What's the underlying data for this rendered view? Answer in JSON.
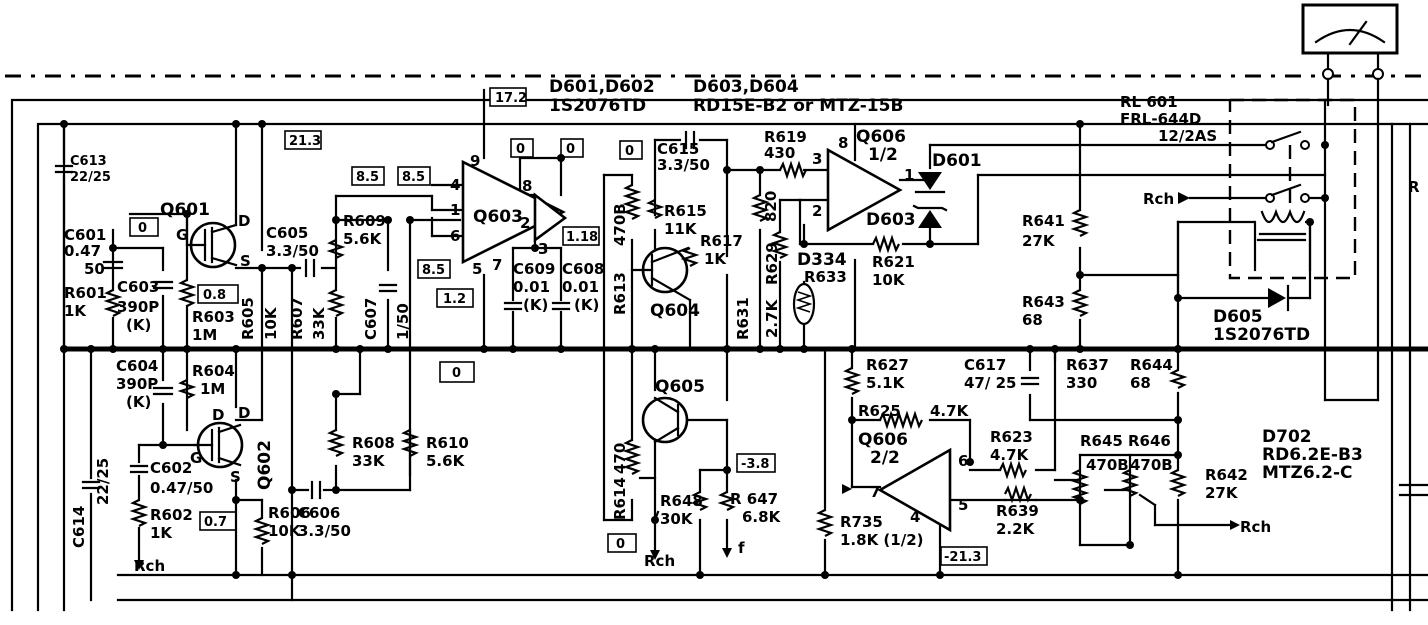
{
  "header": {
    "d601_d602": "D601,D602",
    "d601_d602_part": "1S2076TD",
    "d603_d604": "D603,D604",
    "d603_d604_part": "RD15E-B2 or MTZ-15B"
  },
  "relay": {
    "ref": "RL 601",
    "part": "FRL-644D",
    "rating": "12/2AS"
  },
  "voltage_boxes": [
    "17.2",
    "21.3",
    "0",
    "0",
    "0",
    "8.5",
    "8.5",
    "8.5",
    "0",
    "1.18",
    "1.2",
    "0",
    "0.8",
    "0.7",
    "0",
    "-3.8",
    "-21.3"
  ],
  "transistors": {
    "q601": "Q601",
    "q602": "Q602",
    "q603": "Q603",
    "q604": "Q604",
    "q605": "Q605",
    "q606a_ref": "Q606",
    "q606a_unit": "1/2",
    "q606b_ref": "Q606",
    "q606b_unit": "2/2",
    "g": "G",
    "d": "D",
    "s": "S"
  },
  "pins": [
    "9",
    "4",
    "1",
    "6",
    "7",
    "5",
    "8",
    "2",
    "3",
    "3",
    "8",
    "2",
    "1",
    "6",
    "7",
    "4",
    "5"
  ],
  "capacitors": {
    "c613": "C613",
    "c613_v": "22/25",
    "c601": "C601",
    "c601_v1": "0.47",
    "c601_v2": "50",
    "c603": "C603",
    "c603_v": "390P",
    "c603_t": "(K)",
    "c605": "C605",
    "c605_v": "3.3/50",
    "c607": "C607",
    "c607_v": "1/50",
    "c609": "C609",
    "c609_v": "0.01",
    "c609_t": "(K)",
    "c608": "C608",
    "c608_v": "0.01",
    "c608_t": "(K)",
    "c615": "C615",
    "c615_v": "3.3/50",
    "c604": "C604",
    "c604_v": "390P",
    "c604_t": "(K)",
    "c602": "C602",
    "c602_v": "0.47/50",
    "c606": "C606",
    "c606_v": "3.3/50",
    "c614": "C614",
    "c614_v": "22/25",
    "c617": "C617",
    "c617_v": "47/ 25"
  },
  "resistors": {
    "r601": "R601",
    "r601_v": "1K",
    "r603": "R603",
    "r603_v": "1M",
    "r605": "R605",
    "r605_v": "10K",
    "r607": "R607",
    "r607_v": "33K",
    "r609": "R609",
    "r609_v": "5.6K",
    "r604": "R604",
    "r604_v": "1M",
    "r602": "R602",
    "r602_v": "1K",
    "r606": "R606",
    "r606_v": "10K",
    "r608": "R608",
    "r608_v": "33K",
    "r610": "R610",
    "r610_v": "5.6K",
    "r613": "R613",
    "r613_v": "470B",
    "r614": "R614",
    "r614_v": "470",
    "r615": "R615",
    "r615_v": "11K",
    "r617": "R617",
    "r617_v": "1K",
    "r619": "R619",
    "r619_v": "430",
    "r631": "R631",
    "r629": "R629",
    "r629_v": "2.7K",
    "r820": "820",
    "r633": "R633",
    "r621": "R621",
    "r621_v": "10K",
    "r648": "R648",
    "r648_v": "30K",
    "r647": "R 647",
    "r647_v": "6.8K",
    "r641": "R641",
    "r641_v": "27K",
    "r643": "R643",
    "r643_v": "68",
    "r627": "R627",
    "r627_v": "5.1K",
    "r625": "R625",
    "r625_v": "4.7K",
    "r623": "R623",
    "r623_v": "4.7K",
    "r637": "R637",
    "r637_v": "330",
    "r644": "R644",
    "r644_v": "68",
    "r645": "R645",
    "r645_v": "470B",
    "r646": "R646",
    "r646_v": "470B",
    "r639": "R639",
    "r639_v": "2.2K",
    "r642": "R642",
    "r642_v": "27K",
    "r735": "R735",
    "r735_v": "1.8K (1/2)"
  },
  "diodes": {
    "d601": "D601",
    "d603": "D603",
    "d334": "D334",
    "d605": "D605",
    "d605_part": "1S2076TD",
    "d702": "D702",
    "d702_part1": "RD6.2E-B3",
    "d702_part2": "MTZ6.2-C"
  },
  "nets": {
    "rch": "Rch",
    "f": "f",
    "r_edge": "R"
  }
}
